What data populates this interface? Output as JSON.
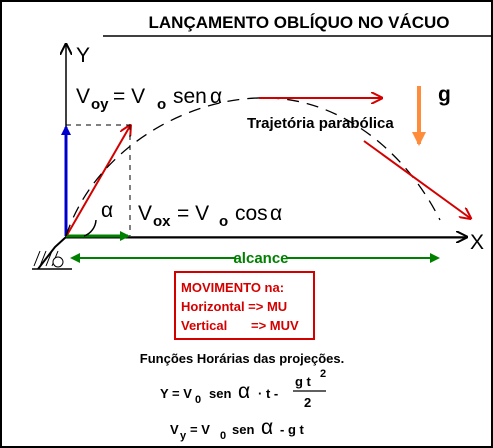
{
  "title": "LANÇAMENTO OBLÍQUO NO VÁCUO",
  "axis": {
    "y_label": "Y",
    "x_label": "X"
  },
  "labels": {
    "voy_left": "V",
    "voy_sub": "oy",
    "voy_eq": "= V",
    "voy_sub2": "o",
    "voy_rest": "sen",
    "alpha": "α",
    "g": "g",
    "trajectory": "Trajetória parabólica",
    "vox_left": "V",
    "vox_sub": "ox",
    "vox_eq": "= V",
    "vox_sub2": "o",
    "vox_rest": "cos",
    "reach": "alcance"
  },
  "movement_box": {
    "line1": "MOVIMENTO na:",
    "line2": "Horizontal => MU",
    "line3_left": "Vertical",
    "line3_right": "=> MUV"
  },
  "equations": {
    "heading": "Funções Horárias das projeções.",
    "eq1_left": "Y = V",
    "eq1_sub": "0",
    "eq1_mid": "sen",
    "eq1_alpha": "α",
    "eq1_rest": "· t -",
    "eq1_num": "g t",
    "eq1_exp": "2",
    "eq1_den": "2",
    "eq2_left": "V",
    "eq2_sub": "y",
    "eq2_eq": "= V",
    "eq2_sub2": "0",
    "eq2_mid": "sen",
    "eq2_alpha": "α",
    "eq2_rest": "- g t"
  },
  "colors": {
    "red": "#d40000",
    "green": "#008000",
    "blue": "#0000cc",
    "orange": "#ff8c3a",
    "black": "#000000"
  }
}
